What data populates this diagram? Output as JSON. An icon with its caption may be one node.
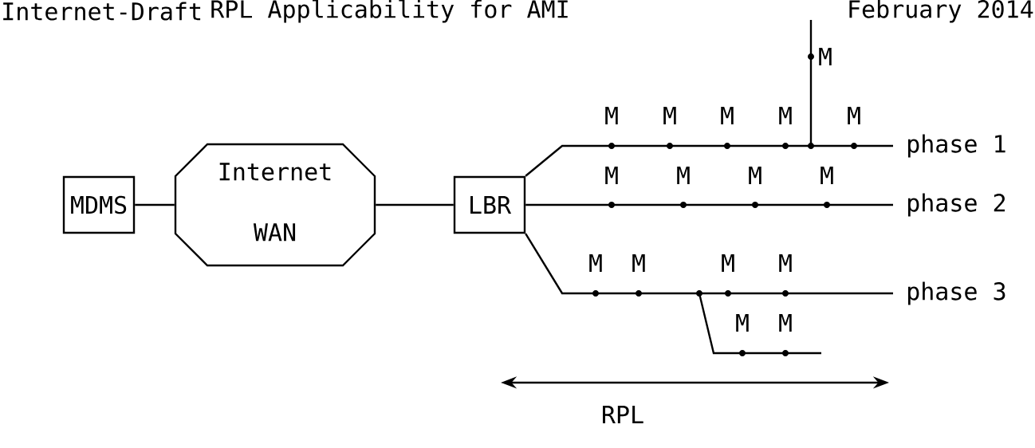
{
  "diagram": {
    "nodes": [
      {
        "text": [
          "MDMS"
        ]
      },
      {
        "text": [
          "Internet",
          "WAN"
        ]
      },
      {
        "text": [
          "LBR"
        ]
      }
    ],
    "edges": [
      {
        "from": 0,
        "to": 1,
        "arrow": "none"
      },
      {
        "from": 1,
        "to": 2,
        "arrow": "none"
      },
      {
        "from": 2,
        "to": null,
        "arrow": "none"
      },
      {
        "from": 2,
        "to": null,
        "arrow": "none"
      },
      {
        "from": 2,
        "to": null,
        "arrow": "none"
      }
    ],
    "labels": [
      "Internet-Draft",
      "RPL Applicability for AMI",
      "February 2014",
      "M",
      "M",
      "M",
      "M",
      "M",
      "M",
      "phase 1",
      "M",
      "M",
      "M",
      "M",
      "phase 2",
      "M",
      "M",
      "M",
      "M",
      "phase 3",
      "M",
      "M",
      "RPL"
    ]
  }
}
